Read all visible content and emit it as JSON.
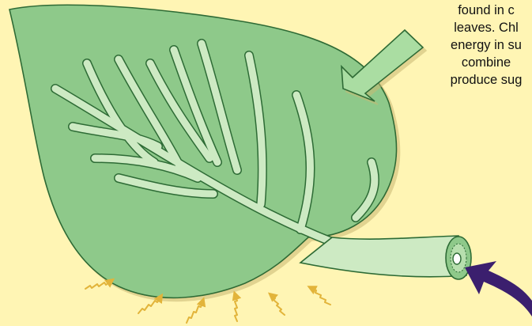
{
  "caption": {
    "lines": [
      "found in c",
      "leaves. Chl",
      "energy in su",
      "combine",
      "produce sug"
    ]
  },
  "colors": {
    "background": "#fff5b4",
    "leaf_fill": "#8ec98a",
    "leaf_outline": "#2d6b35",
    "vein_fill": "#cdeac3",
    "arrow_fill": "#aadda2",
    "heat_lines": "#e2b43a",
    "water_arrow": "#3b1f6e"
  },
  "icons": {
    "pointer_arrow": "arrow-icon",
    "heat_rays": "wavy-arrow-icon",
    "water_arrow": "curved-arrow-icon"
  }
}
